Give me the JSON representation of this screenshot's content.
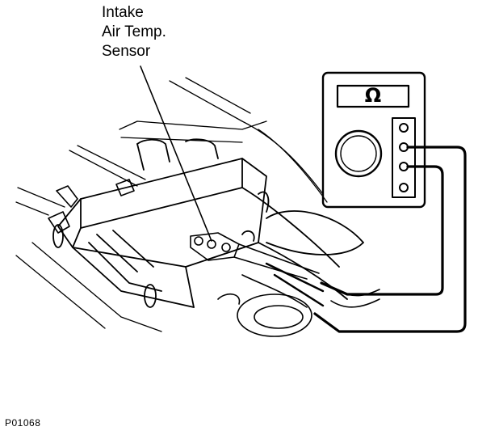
{
  "callout": {
    "line1": "Intake",
    "line2": "Air Temp.",
    "line3": "Sensor"
  },
  "meter": {
    "display_symbol": "Ω"
  },
  "figure_code": "P01068"
}
